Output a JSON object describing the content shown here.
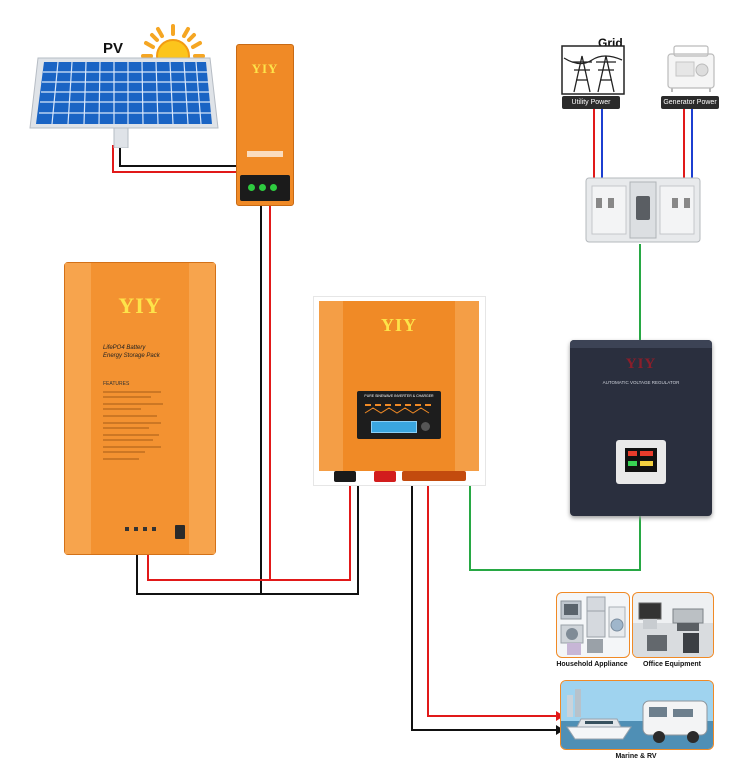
{
  "labels": {
    "pv": "PV",
    "grid": "Grid",
    "utility_power": "Utility Power",
    "generator_power": "Generator Power"
  },
  "devices": {
    "controller_brand": "YIY",
    "battery_brand": "YIY",
    "battery_title_line1": "LifePO4 Battery",
    "battery_title_line2": "Energy Storage Pack",
    "battery_features": "FEATURES",
    "inverter_brand": "YIY",
    "inverter_panel_title": "PURE SINEWAVE INVERTER & CHARGER",
    "regulator_brand": "YIY",
    "regulator_subtitle": "AUTOMATIC VOLTAGE REGULATOR"
  },
  "applications": {
    "household": "Household Appliance",
    "office": "Office Equipment",
    "marine": "Marine & RV"
  },
  "colors": {
    "orange": "#f08a26",
    "orange_dark": "#d8701a",
    "wire_red": "#e11919",
    "wire_black": "#111111",
    "wire_green": "#27a844",
    "wire_blue": "#1c3fd1",
    "regulator": "#2a2f3e"
  }
}
